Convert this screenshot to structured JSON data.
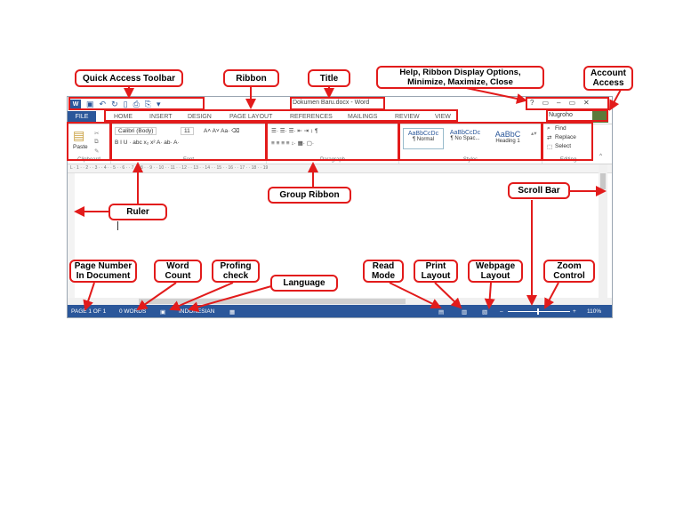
{
  "window": {
    "title": "Dokumen Baru.docx - Word",
    "qat_icons": [
      "word-logo-icon",
      "save-icon",
      "undo-icon",
      "redo-icon",
      "new-doc-icon",
      "print-preview-icon",
      "quick-print-icon",
      "customize-icon"
    ],
    "controls": [
      "?",
      "▭",
      "–",
      "▭",
      "✕"
    ]
  },
  "tabs": {
    "file": "FILE",
    "items": [
      "HOME",
      "INSERT",
      "DESIGN",
      "PAGE LAYOUT",
      "REFERENCES",
      "MAILINGS",
      "REVIEW",
      "VIEW"
    ],
    "user": "Nugroho"
  },
  "ribbon": {
    "clipboard": {
      "paste": "Paste",
      "label": "Clipboard"
    },
    "font": {
      "name": "Calibri (Body)",
      "size": "11",
      "row2": "B  I  U  ·  abc  x₂  x²  A·  ab·  A·",
      "label": "Font"
    },
    "paragraph": {
      "row1": "☰·  ☰·  ☰·  ⇤  ⇥  ↕  ¶",
      "row2": "≡  ≡  ≡  ≡  ↕·  ▦·  ▢·",
      "label": "Paragraph"
    },
    "styles": {
      "items": [
        {
          "sample": "AaBbCcDc",
          "name": "¶ Normal"
        },
        {
          "sample": "AaBbCcDc",
          "name": "¶ No Spac..."
        },
        {
          "sample": "AaBbC",
          "name": "Heading 1"
        }
      ],
      "label": "Styles"
    },
    "editing": {
      "find": "Find",
      "replace": "Replace",
      "select": "Select",
      "label": "Editing"
    }
  },
  "ruler": {
    "marks": "L · 1 · · 2 · · 3 · · 4 · · 5 · · 6 · · 7 · · 8 · · 9 · · 10 · · 11 · · 12 · · 13 · · 14 · · 15 · · 16 · · 17 · · 18 · · 19"
  },
  "statusbar": {
    "page": "PAGE 1 OF 1",
    "words": "0 WORDS",
    "language": "INDONESIAN",
    "zoom": "110%"
  },
  "annotations": {
    "qat": "Quick Access Toolbar",
    "ribbon": "Ribbon",
    "title": "Title",
    "help": "Help, Ribbon Display Options,\nMinimize, Maximize, Close",
    "account": "Account\nAccess",
    "ruler": "Ruler",
    "group": "Group Ribbon",
    "scroll": "Scroll Bar",
    "pagenum": "Page Number\nIn Document",
    "wordcount": "Word\nCount",
    "proof": "Profing\ncheck",
    "language": "Language",
    "read": "Read\nMode",
    "print": "Print\nLayout",
    "web": "Webpage\nLayout",
    "zoom": "Zoom\nControl"
  },
  "colors": {
    "accent": "#2b579a",
    "annotation": "#e21b1b"
  }
}
